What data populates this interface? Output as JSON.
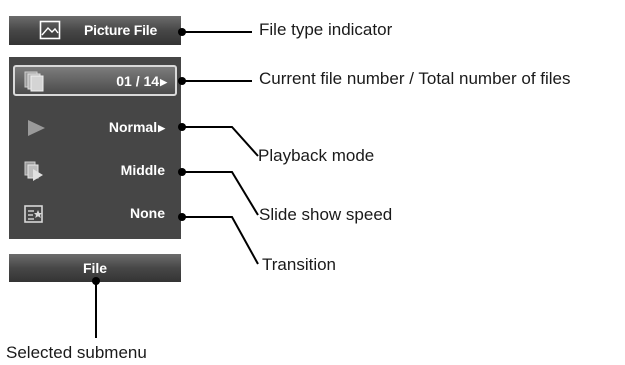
{
  "file_type_bar": {
    "label": "Picture File",
    "icon": "picture-file-icon"
  },
  "menu": {
    "file_number": {
      "value": "01 / 14",
      "icon": "file-stack-icon"
    },
    "playback": {
      "value": "Normal",
      "icon": "play-icon"
    },
    "speed": {
      "value": "Middle",
      "icon": "slideshow-icon"
    },
    "transition": {
      "value": "None",
      "icon": "transition-icon"
    }
  },
  "submenu_bar": {
    "label": "File"
  },
  "callouts": {
    "file_type": "File type indicator",
    "file_number": "Current file number / Total number of files",
    "playback": "Playback mode",
    "speed": "Slide show speed",
    "transition": "Transition",
    "submenu": "Selected submenu"
  },
  "colors": {
    "panel": "#464646",
    "text": "#ffffff",
    "line": "#000000"
  }
}
